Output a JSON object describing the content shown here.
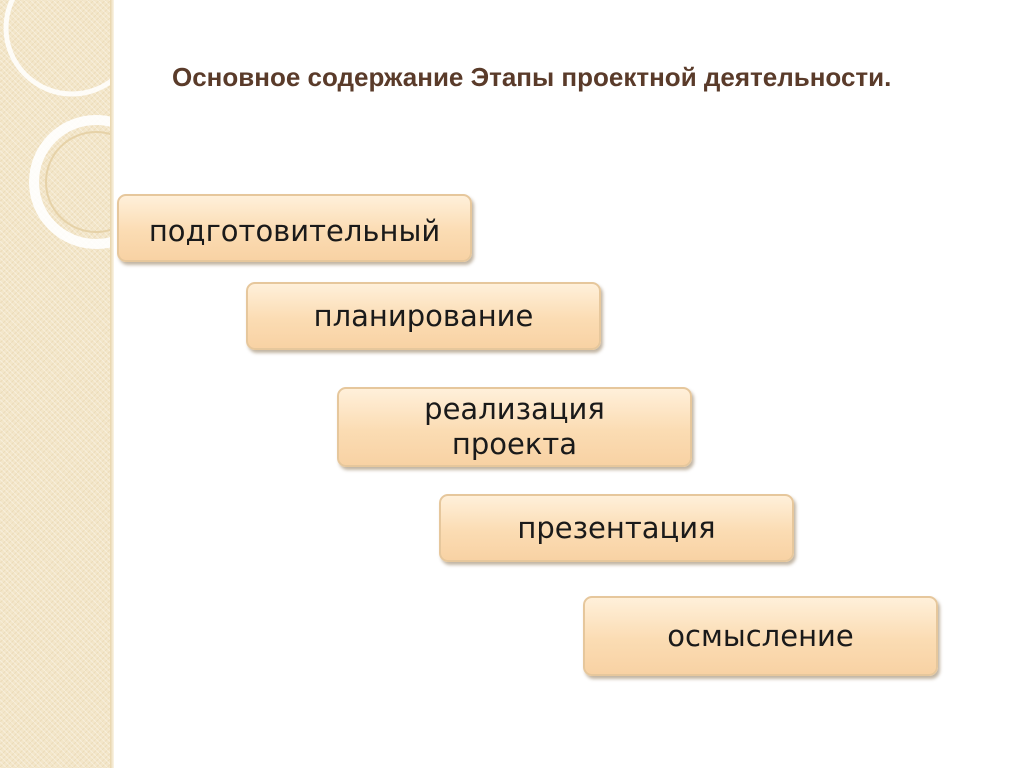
{
  "slide": {
    "title": "Основное содержание  Этапы проектной деятельности."
  },
  "stages": [
    {
      "label": "подготовительный"
    },
    {
      "label": "планирование"
    },
    {
      "label": "реализация проекта"
    },
    {
      "label": "презентация"
    },
    {
      "label": "осмысление"
    }
  ],
  "colors": {
    "title_text": "#5a3b2a",
    "box_fill": "#fbdcb3",
    "box_border": "#e6c79c",
    "side_panel": "#f3e6c9"
  }
}
